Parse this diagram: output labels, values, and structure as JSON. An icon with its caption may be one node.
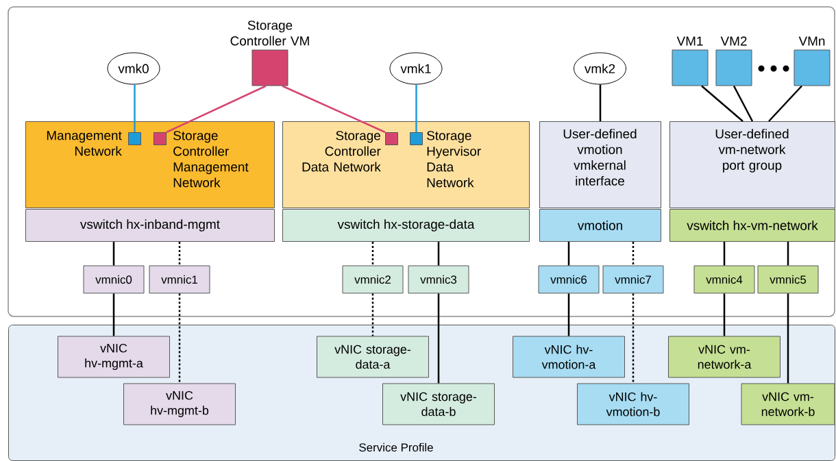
{
  "diagram": {
    "nodes": [
      {
        "text": [
          "Service Profile"
        ]
      },
      {
        "text": [
          "vmk0"
        ]
      },
      {
        "text": [
          "Storage Controller VM"
        ]
      },
      {
        "text": [
          "vmk1"
        ]
      },
      {
        "text": [
          "vmk2"
        ]
      },
      {
        "text": [
          "VM1"
        ]
      },
      {
        "text": [
          "VM2"
        ]
      },
      {
        "text": [
          "VMn"
        ]
      },
      {
        "text": [
          "Management Network",
          "Storage Controller Management Network"
        ]
      },
      {
        "text": [],
        "shape": "box",
        "in": 8
      },
      {
        "text": [],
        "shape": "box",
        "in": 8
      },
      {
        "text": [
          "Storage Controller Data Network",
          "Storage Hyervisor Data Network"
        ]
      },
      {
        "text": [],
        "shape": "box",
        "in": 11
      },
      {
        "text": [],
        "shape": "box",
        "in": 11
      },
      {
        "text": [
          "User-defined vmotion vmkernal interface"
        ]
      },
      {
        "text": [
          "User-defined vm-network port group"
        ]
      },
      {
        "text": [
          "vswitch hx-inband-mgmt"
        ]
      },
      {
        "text": [
          "vswitch hx-storage-data"
        ]
      },
      {
        "text": [
          "vmotion"
        ]
      },
      {
        "text": [
          "vswitch hx-vm-network"
        ]
      },
      {
        "text": [
          "vmnic0"
        ]
      },
      {
        "text": [
          "vmnic1"
        ]
      },
      {
        "text": [
          "vmnic2"
        ]
      },
      {
        "text": [
          "vmnic3"
        ]
      },
      {
        "text": [
          "vmnic6"
        ]
      },
      {
        "text": [
          "vmnic7"
        ]
      },
      {
        "text": [
          "vmnic4"
        ]
      },
      {
        "text": [
          "vmnic5"
        ]
      },
      {
        "text": [
          "vNIC hv-mgmt-a"
        ],
        "in": 0
      },
      {
        "text": [
          "vNIC hv-mgmt-b"
        ],
        "in": 0
      },
      {
        "text": [
          "vNIC storage-data-a"
        ],
        "in": 0
      },
      {
        "text": [
          "vNIC storage-data-b"
        ],
        "in": 0
      },
      {
        "text": [
          "vNIC hv-vmotion-a"
        ],
        "in": 0
      },
      {
        "text": [
          "vNIC hv-vmotion-b"
        ],
        "in": 0
      },
      {
        "text": [
          "vNIC vm-network-a"
        ],
        "in": 0
      },
      {
        "text": [
          "vNIC vm-network-b"
        ],
        "in": 0
      }
    ],
    "edges": [
      {
        "from": 1,
        "to": 9,
        "arrow": "none",
        "color": "#1e9cd7"
      },
      {
        "from": 2,
        "to": 10,
        "arrow": "none",
        "color": "#d5446f"
      },
      {
        "from": 2,
        "to": 12,
        "arrow": "none",
        "color": "#d5446f"
      },
      {
        "from": 3,
        "to": 13,
        "arrow": "none",
        "color": "#1e9cd7"
      },
      {
        "from": 4,
        "to": 14,
        "arrow": "none"
      },
      {
        "from": 5,
        "to": 15,
        "arrow": "none"
      },
      {
        "from": 6,
        "to": 15,
        "arrow": "none"
      },
      {
        "from": 7,
        "to": 15,
        "arrow": "none"
      },
      {
        "from": 16,
        "to": 20,
        "arrow": "none"
      },
      {
        "from": 16,
        "to": 21,
        "arrow": "none",
        "style": "dashed"
      },
      {
        "from": 17,
        "to": 22,
        "arrow": "none",
        "style": "dashed"
      },
      {
        "from": 17,
        "to": 23,
        "arrow": "none"
      },
      {
        "from": 18,
        "to": 24,
        "arrow": "none"
      },
      {
        "from": 18,
        "to": 25,
        "arrow": "none",
        "style": "dashed"
      },
      {
        "from": 19,
        "to": 26,
        "arrow": "none"
      },
      {
        "from": 19,
        "to": 27,
        "arrow": "none"
      },
      {
        "from": 20,
        "to": 28,
        "arrow": "none"
      },
      {
        "from": 21,
        "to": 29,
        "arrow": "none",
        "style": "dashed"
      },
      {
        "from": 22,
        "to": 30,
        "arrow": "none",
        "style": "dashed"
      },
      {
        "from": 23,
        "to": 31,
        "arrow": "none"
      },
      {
        "from": 24,
        "to": 32,
        "arrow": "none"
      },
      {
        "from": 25,
        "to": 33,
        "arrow": "none",
        "style": "dashed"
      },
      {
        "from": 26,
        "to": 34,
        "arrow": "none"
      },
      {
        "from": 27,
        "to": 35,
        "arrow": "none"
      }
    ]
  }
}
